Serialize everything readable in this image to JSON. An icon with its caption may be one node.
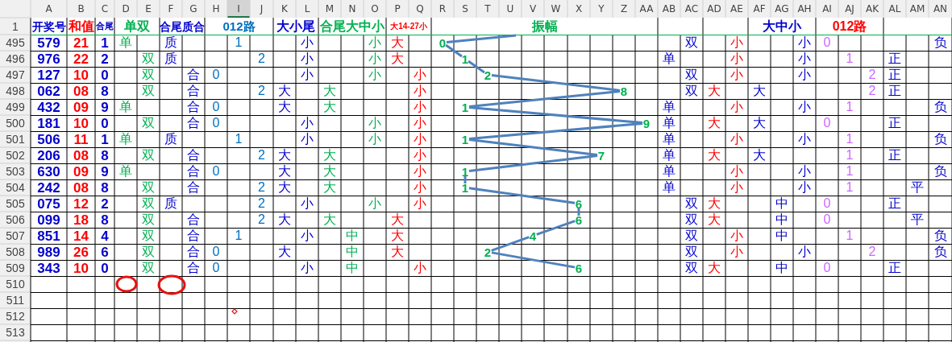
{
  "diagram": {
    "nodes": [
      {
        "text": [
          "0"
        ]
      },
      {
        "text": [
          "1"
        ]
      },
      {
        "text": [
          "2"
        ]
      },
      {
        "text": [
          "8"
        ]
      },
      {
        "text": [
          "1"
        ]
      },
      {
        "text": [
          "9"
        ]
      },
      {
        "text": [
          "1"
        ]
      },
      {
        "text": [
          "7"
        ]
      },
      {
        "text": [
          "1"
        ]
      },
      {
        "text": [
          "1"
        ]
      },
      {
        "text": [
          "6"
        ]
      },
      {
        "text": [
          "6"
        ]
      },
      {
        "text": [
          "4"
        ]
      },
      {
        "text": [
          "2"
        ]
      },
      {
        "text": [
          "6"
        ]
      }
    ],
    "edges": [
      {
        "from": null,
        "to": 0,
        "arrow": "none"
      },
      {
        "from": 0,
        "to": 1,
        "arrow": "none"
      },
      {
        "from": 1,
        "to": 2,
        "arrow": "none"
      },
      {
        "from": 2,
        "to": 3,
        "arrow": "none"
      },
      {
        "from": 3,
        "to": 4,
        "arrow": "none"
      },
      {
        "from": 4,
        "to": 5,
        "arrow": "none"
      },
      {
        "from": 5,
        "to": 6,
        "arrow": "none"
      },
      {
        "from": 6,
        "to": 7,
        "arrow": "none"
      },
      {
        "from": 7,
        "to": 8,
        "arrow": "none"
      },
      {
        "from": 8,
        "to": 9,
        "arrow": "none"
      },
      {
        "from": 9,
        "to": 10,
        "arrow": "none"
      },
      {
        "from": 10,
        "to": 11,
        "arrow": "none"
      },
      {
        "from": 11,
        "to": 12,
        "arrow": "none"
      },
      {
        "from": 12,
        "to": 13,
        "arrow": "none"
      },
      {
        "from": 13,
        "to": 14,
        "arrow": "none"
      }
    ],
    "labels": [
      "A",
      "B",
      "C",
      "D",
      "E",
      "F",
      "G",
      "H",
      "I",
      "J",
      "K",
      "L",
      "M",
      "N",
      "O",
      "P",
      "Q",
      "R",
      "S",
      "T",
      "U",
      "V",
      "W",
      "X",
      "Y",
      "Z",
      "AA",
      "AB",
      "AC",
      "AD",
      "AE",
      "AF",
      "AG",
      "AH",
      "AI",
      "AJ",
      "AK",
      "AL",
      "AM",
      "AN",
      "1",
      "开奖号",
      "和值",
      "合尾",
      "单双",
      "合尾质合",
      "012路",
      "大小尾",
      "合尾大中小",
      "大14-27小",
      "振幅",
      "大中小",
      "012路",
      "495",
      "579",
      "21",
      "1",
      "单",
      "质",
      "1",
      "小",
      "小",
      "大",
      "双",
      "小",
      "小",
      "0",
      "负",
      "496",
      "976",
      "22",
      "2",
      "双",
      "质",
      "2",
      "小",
      "小",
      "大",
      "单",
      "小",
      "小",
      "1",
      "正",
      "497",
      "127",
      "10",
      "0",
      "双",
      "合",
      "0",
      "小",
      "小",
      "小",
      "双",
      "小",
      "小",
      "2",
      "正",
      "498",
      "062",
      "08",
      "8",
      "双",
      "合",
      "2",
      "大",
      "大",
      "小",
      "双",
      "大",
      "大",
      "2",
      "正",
      "499",
      "432",
      "09",
      "9",
      "单",
      "合",
      "0",
      "大",
      "大",
      "小",
      "单",
      "小",
      "小",
      "1",
      "负",
      "500",
      "181",
      "10",
      "0",
      "双",
      "合",
      "0",
      "小",
      "小",
      "小",
      "单",
      "大",
      "大",
      "0",
      "正",
      "501",
      "506",
      "11",
      "1",
      "单",
      "质",
      "1",
      "小",
      "小",
      "小",
      "单",
      "小",
      "小",
      "1",
      "负",
      "502",
      "206",
      "08",
      "8",
      "双",
      "合",
      "2",
      "大",
      "大",
      "小",
      "单",
      "大",
      "大",
      "1",
      "正",
      "503",
      "630",
      "09",
      "9",
      "单",
      "合",
      "0",
      "大",
      "大",
      "小",
      "单",
      "小",
      "小",
      "1",
      "负",
      "504",
      "242",
      "08",
      "8",
      "双",
      "合",
      "2",
      "大",
      "大",
      "小",
      "单",
      "小",
      "小",
      "1",
      "平",
      "505",
      "075",
      "12",
      "2",
      "双",
      "质",
      "2",
      "小",
      "小",
      "小",
      "双",
      "大",
      "中",
      "0",
      "正",
      "506",
      "099",
      "18",
      "8",
      "双",
      "合",
      "2",
      "大",
      "大",
      "大",
      "双",
      "大",
      "中",
      "0",
      "平",
      "507",
      "851",
      "14",
      "4",
      "双",
      "合",
      "1",
      "小",
      "中",
      "大",
      "双",
      "小",
      "中",
      "1",
      "负",
      "508",
      "989",
      "26",
      "6",
      "双",
      "合",
      "0",
      "大",
      "中",
      "大",
      "双",
      "小",
      "小",
      "2",
      "负",
      "509",
      "343",
      "10",
      "0",
      "双",
      "合",
      "0",
      "小",
      "中",
      "小",
      "双",
      "大",
      "中",
      "0",
      "正",
      "510",
      "511",
      "512",
      "513"
    ]
  }
}
